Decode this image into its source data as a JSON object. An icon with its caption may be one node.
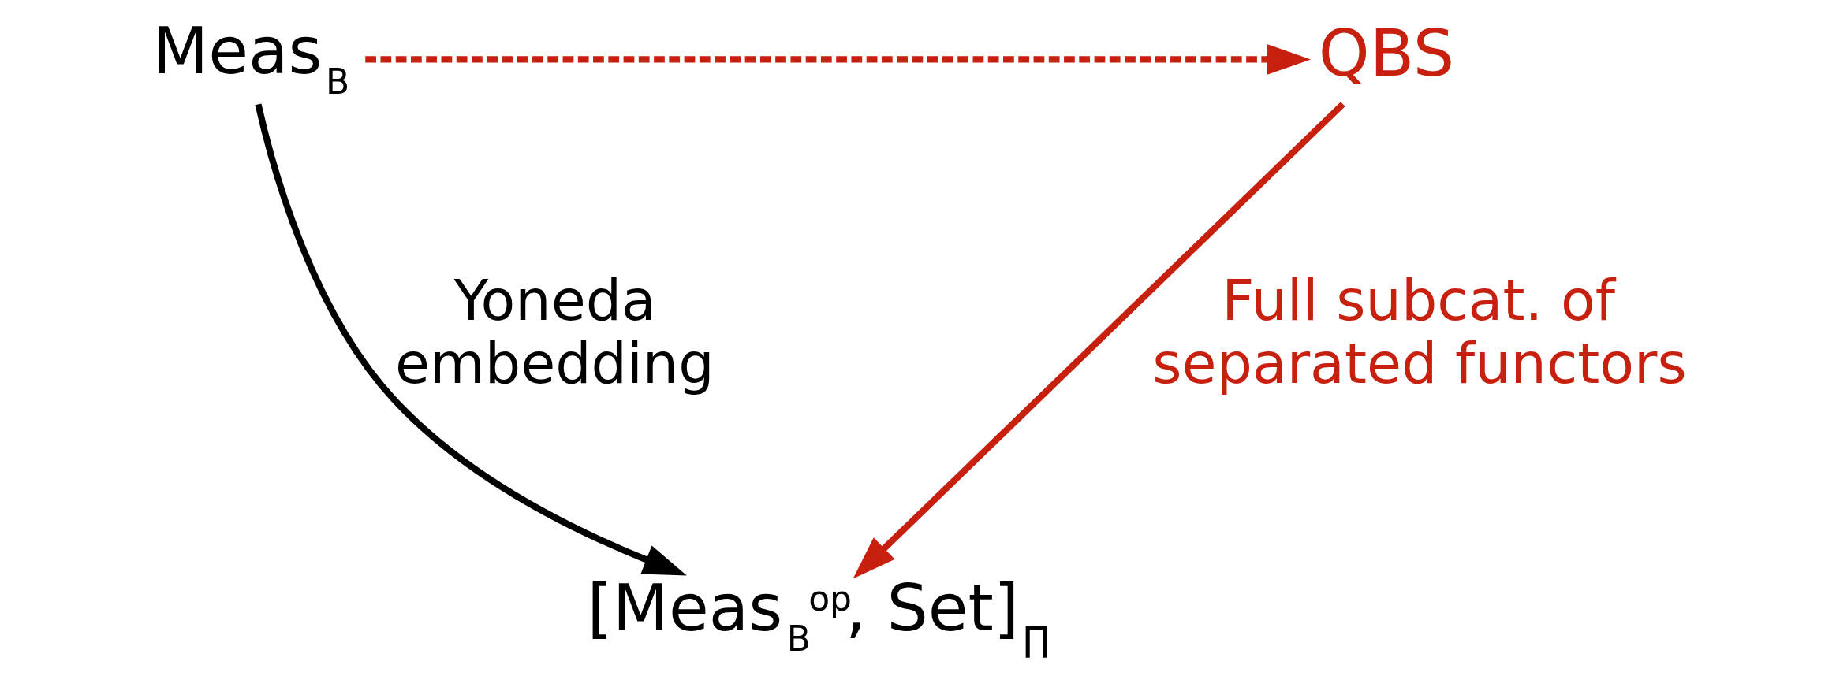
{
  "diagram": {
    "nodes": [
      {
        "text": [
          "Meas$_{B}$"
        ]
      },
      {
        "text": [
          "QBS"
        ]
      },
      {
        "text": [
          "[Meas$_{B}$$^{op}$, Set]$_{∏}$"
        ]
      }
    ],
    "edges": [
      {
        "from": 0,
        "to": 1,
        "arrow": "to",
        "style": "dashed",
        "color": "#c8200e"
      },
      {
        "from": 0,
        "to": 2,
        "arrow": "to",
        "label": "Yoneda embedding",
        "color": "#000000"
      },
      {
        "from": 1,
        "to": 2,
        "arrow": "to",
        "label": "Full subcat. of separated functors",
        "color": "#c8200e"
      }
    ]
  }
}
